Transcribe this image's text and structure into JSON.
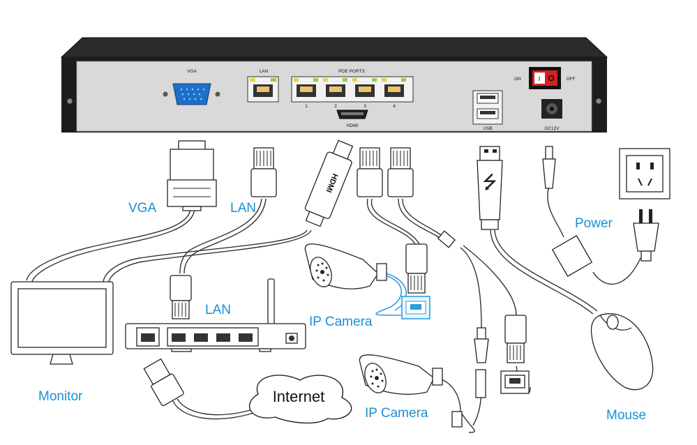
{
  "nvr_panel": {
    "vga": "VGA",
    "lan": "LAN",
    "poe_ports": "POE PORTS",
    "port_numbers": [
      "1",
      "2",
      "3",
      "4"
    ],
    "hdmi": "HDMI",
    "on": "ON",
    "off": "OFF",
    "usb": "USB",
    "dc": "DC12V"
  },
  "labels": {
    "vga": "VGA",
    "lan_top": "LAN",
    "lan_router": "LAN",
    "hdmi_plug": "HDMI",
    "power": "Power",
    "monitor": "Monitor",
    "ip_camera_1": "IP Camera",
    "ip_camera_2": "IP Camera",
    "internet": "Internet",
    "mouse": "Mouse"
  },
  "colors": {
    "label_blue": "#1a8fd6",
    "cable_blue": "#2b9ee0",
    "port_led_green": "#8fd14f",
    "port_led_yellow": "#e8d34a",
    "vga_blue": "#1e6fc9",
    "power_switch_red": "#d42020"
  }
}
